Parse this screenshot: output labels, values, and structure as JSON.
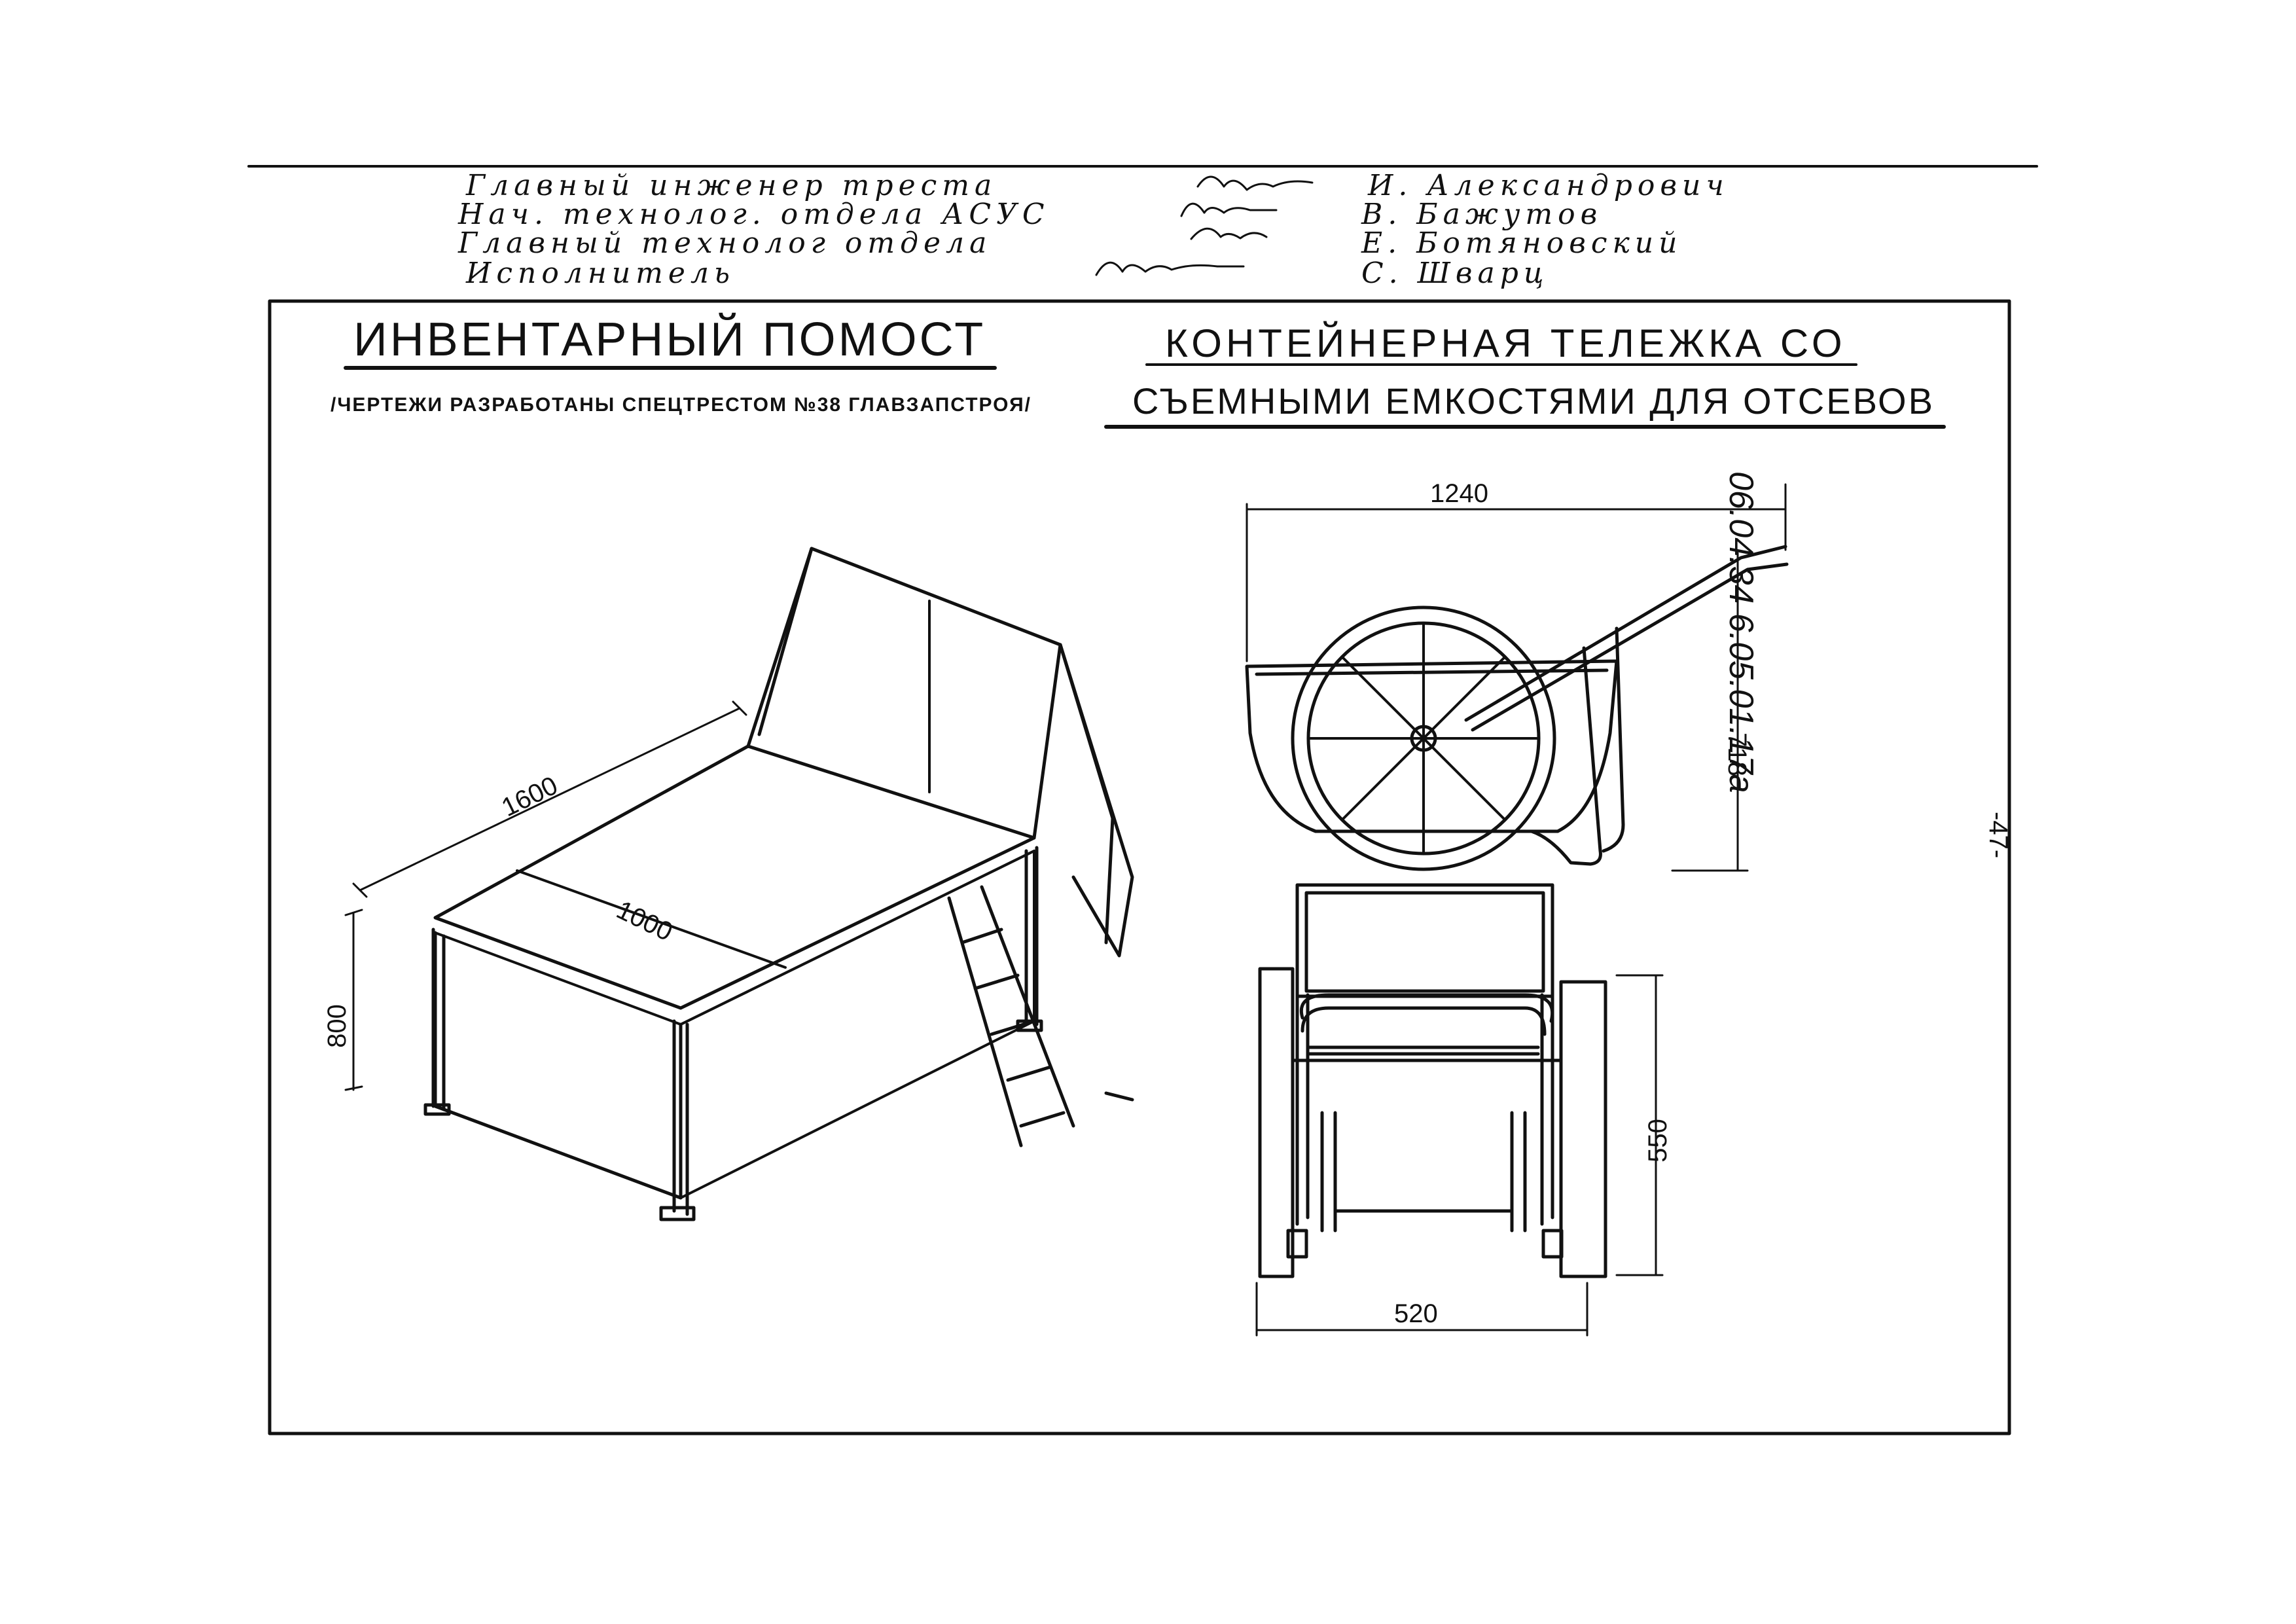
{
  "approvals": [
    {
      "role": "Главный инженер треста",
      "name": "И. Александрович"
    },
    {
      "role": "Нач. технолог. отдела АСУС",
      "name": "В. Бажутов"
    },
    {
      "role": "Главный технолог отдела",
      "name": "Е. Ботяновский"
    },
    {
      "role": "Исполнитель",
      "name": "С. Шварц"
    }
  ],
  "left": {
    "title": "Инвентарный помост",
    "subtitle": "/Чертежи разработаны спецтрестом №38 Главзапстроя/",
    "dims": {
      "length": "1600",
      "width": "1000",
      "height": "800"
    }
  },
  "right": {
    "title_line1": "Контейнерная тележка со",
    "title_line2": "съемными емкостями для отсевов",
    "dims": {
      "length": "1240",
      "height": "718",
      "width": "520",
      "depth": "550"
    }
  },
  "side_code": "06.04.34 6.05.01.17а",
  "page_number": "-47-"
}
